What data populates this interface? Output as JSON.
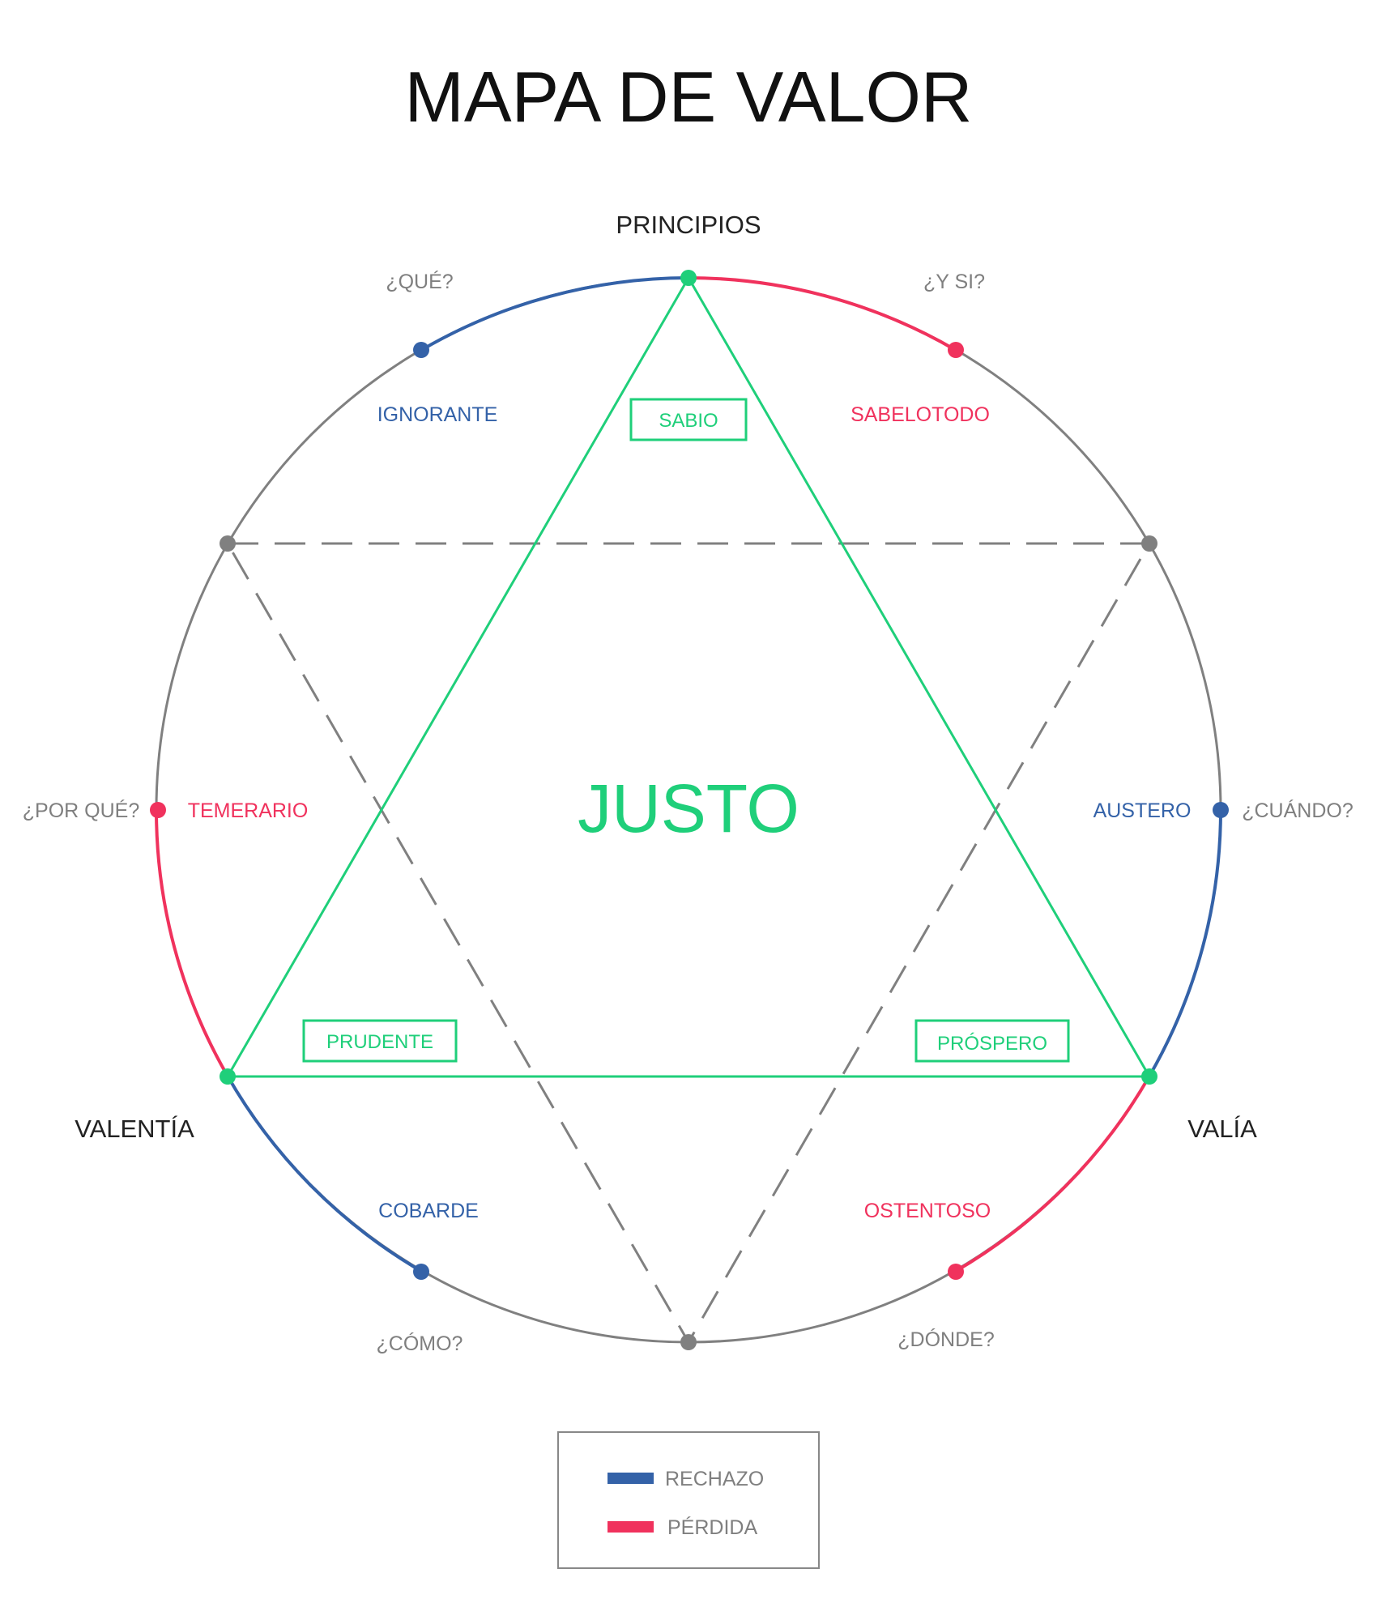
{
  "title": "MAPA DE VALOR",
  "center_label": "JUSTO",
  "vertices": {
    "top": "PRINCIPIOS",
    "bottom_left": "VALENTÍA",
    "bottom_right": "VALÍA"
  },
  "questions": {
    "que": "¿QUÉ?",
    "y_si": "¿Y SI?",
    "por_que": "¿POR QUÉ?",
    "cuando": "¿CUÁNDO?",
    "como": "¿CÓMO?",
    "donde": "¿DÓNDE?"
  },
  "traits": {
    "ignorante": "IGNORANTE",
    "sabelotodo": "SABELOTODO",
    "temerario": "TEMERARIO",
    "austero": "AUSTERO",
    "cobarde": "COBARDE",
    "ostentoso": "OSTENTOSO"
  },
  "virtues": {
    "sabio": "SABIO",
    "prudente": "PRUDENTE",
    "prospero": "PRÓSPERO"
  },
  "legend": {
    "rechazo": "RECHAZO",
    "perdida": "PÉRDIDA"
  },
  "colors": {
    "rechazo": "#3462a8",
    "perdida": "#f0325d",
    "green": "#1fcf7a",
    "gray": "#808080"
  }
}
